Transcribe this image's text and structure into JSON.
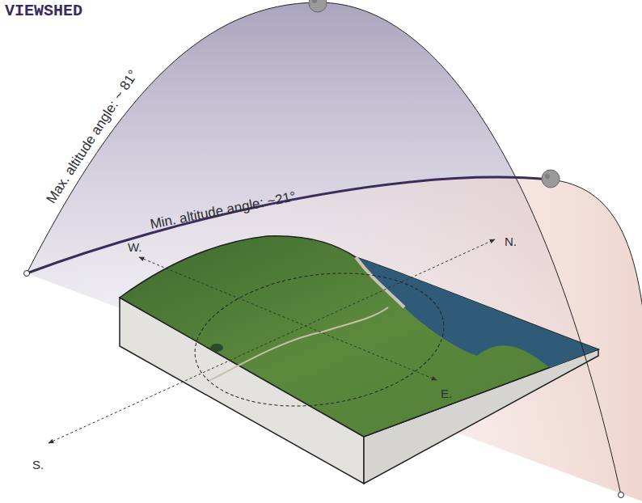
{
  "diagram": {
    "title": "VIEWSHED",
    "labels": [
      "Max. altitude angle: ~ 81°",
      "Min. altitude angle: ~21°",
      "W.",
      "N.",
      "S.",
      "E."
    ]
  }
}
